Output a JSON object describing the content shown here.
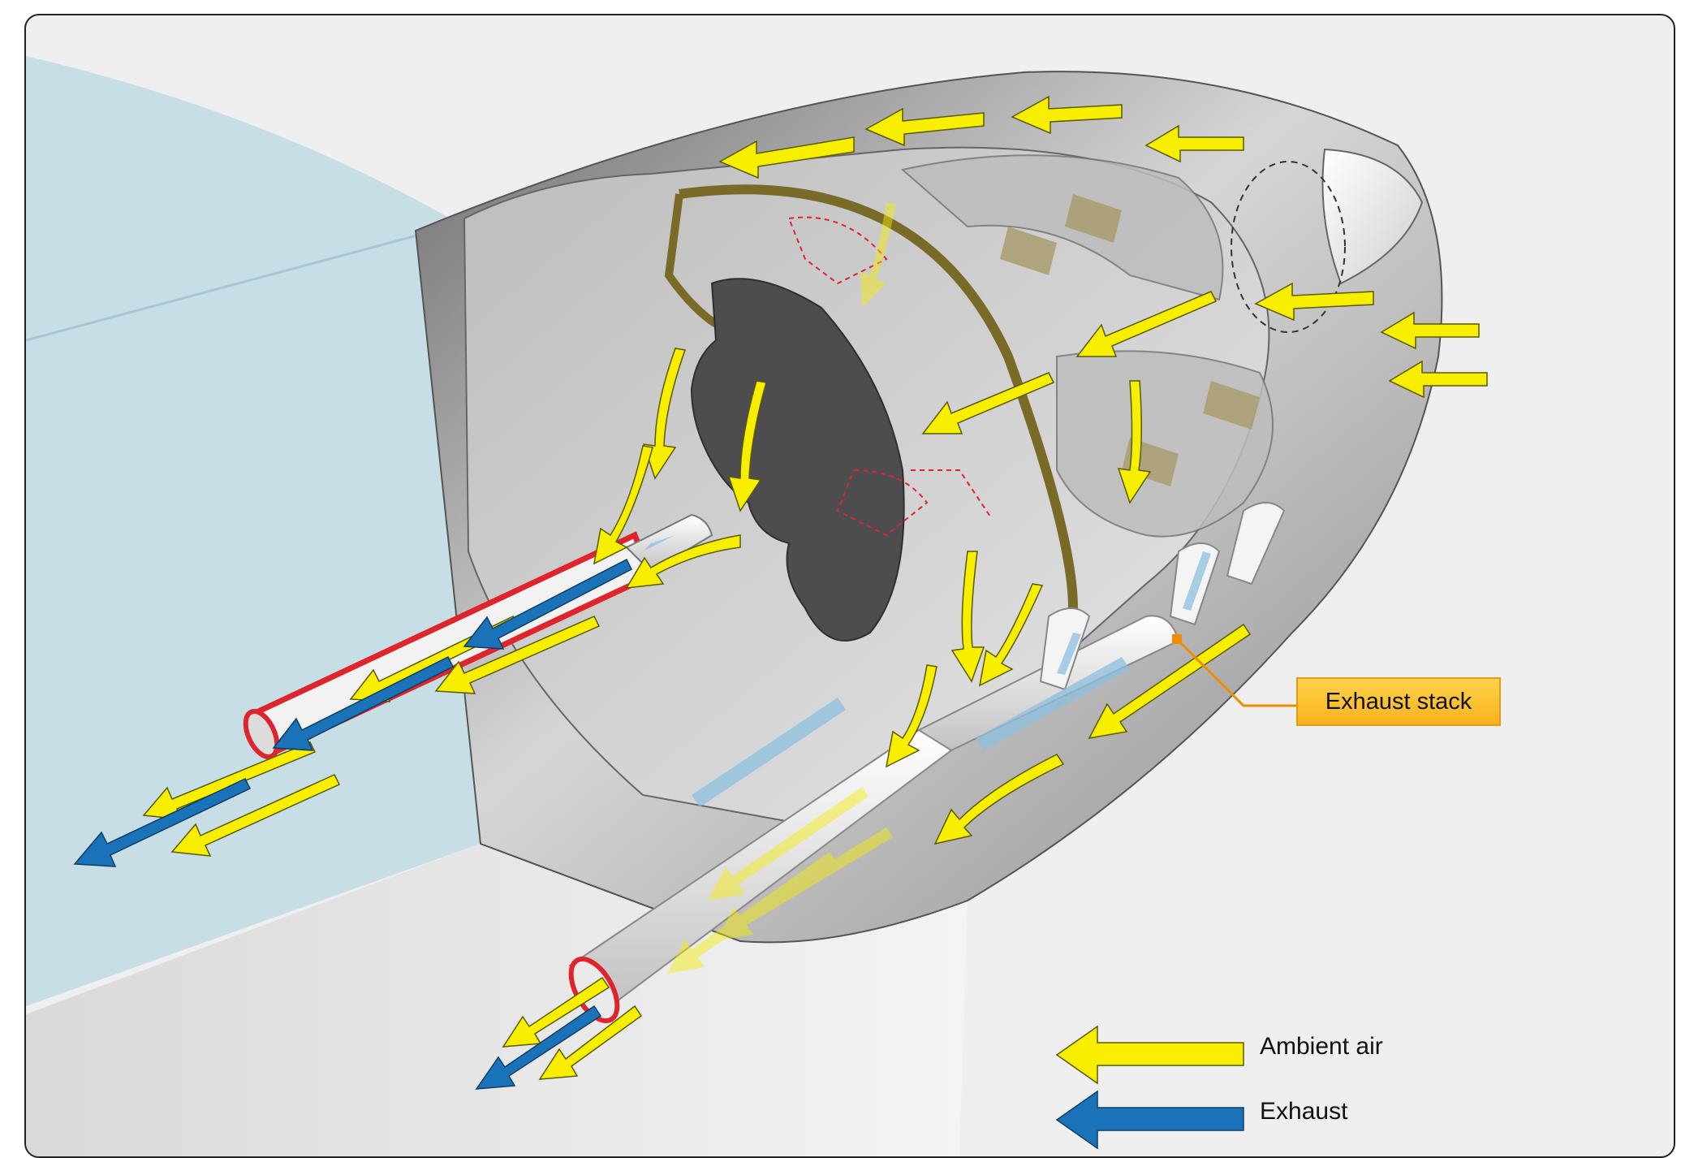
{
  "callout": {
    "label": "Exhaust stack"
  },
  "legend": [
    {
      "label": "Ambient air",
      "color": "#f7ee00"
    },
    {
      "label": "Exhaust",
      "color": "#1a73b8"
    }
  ],
  "colors": {
    "background": "#efefef",
    "cowl_gray": "#a9a9a9",
    "engine_dark": "#4d4d4f",
    "heat_shroud_red": "#e0242b",
    "baffle_olive": "#7a6a28",
    "callout_orange": "#f7b31d"
  }
}
